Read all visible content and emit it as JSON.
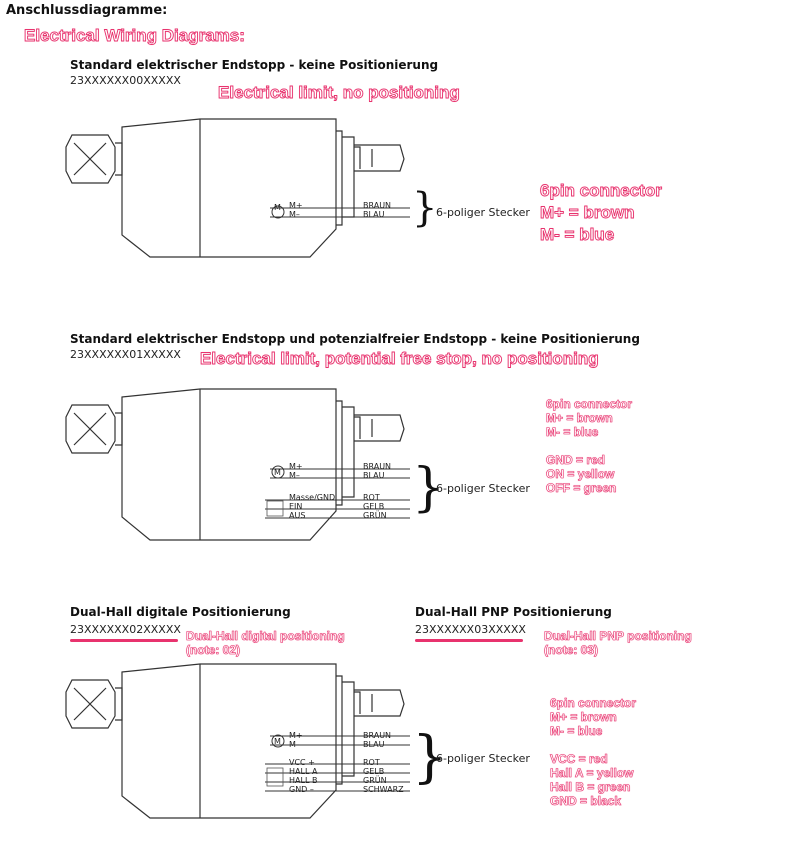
{
  "page": {
    "heading": "Anschlussdiagramme:",
    "heading_en": "Electrical Wiring Diagrams:"
  },
  "section1": {
    "title": "Standard elektrischer Endstopp - keine Positionierung",
    "code": "23XXXXXX00XXXXX",
    "note": "Electrical limit, no positioning",
    "motor_symbol": "M",
    "pins": [
      {
        "label": "M+",
        "color": "BRAUN"
      },
      {
        "label": "M–",
        "color": "BLAU"
      }
    ],
    "connector": "6-poliger Stecker",
    "annotations": [
      "6pin connector",
      "M+ = brown",
      "M- = blue"
    ]
  },
  "section2": {
    "title": "Standard elektrischer Endstopp und potenzialfreier Endstopp - keine Positionierung",
    "code": "23XXXXXX01XXXXX",
    "note": "Electrical limit, potential free stop, no positioning",
    "motor_symbol": "M",
    "pins": [
      {
        "label": "M+",
        "color": "BRAUN"
      },
      {
        "label": "M–",
        "color": "BLAU"
      },
      {
        "label": "Masse/GND",
        "color": "ROT"
      },
      {
        "label": "EIN",
        "color": "GELB"
      },
      {
        "label": "AUS",
        "color": "GRÜN"
      }
    ],
    "connector": "6-poliger Stecker",
    "annotations": [
      "6pin connector",
      "M+ = brown",
      "M- = blue"
    ],
    "annotations2": [
      "GND = red",
      "ON  = yellow",
      "OFF = green"
    ]
  },
  "section3": {
    "title_left": "Dual-Hall digitale Positionierung",
    "code_left": "23XXXXXX02XXXXX",
    "note_left": [
      "Dual-Hall digital positioning",
      "(note: 02)"
    ],
    "title_right": "Dual-Hall PNP Positionierung",
    "code_right": "23XXXXXX03XXXXX",
    "note_right": [
      "Dual-Hall PNP positioning",
      "(note: 03)"
    ],
    "motor_symbol": "M",
    "pins": [
      {
        "label": "M+",
        "color": "BRAUN"
      },
      {
        "label": "M–",
        "color": "BLAU"
      },
      {
        "label": "VCC  +",
        "color": "ROT"
      },
      {
        "label": "HALL A",
        "color": "GELB"
      },
      {
        "label": "HALL B",
        "color": "GRÜN"
      },
      {
        "label": "GND  –",
        "color": "SCHWARZ"
      }
    ],
    "connector": "6-poliger Stecker",
    "annotations": [
      "6pin connector",
      "M+ = brown",
      "M- = blue"
    ],
    "annotations2": [
      "VCC = red",
      "Hall A  = yellow",
      "Hall B  = green",
      "GND  = black"
    ]
  },
  "colors": {
    "accent": "#e8336e",
    "line": "#333333"
  }
}
